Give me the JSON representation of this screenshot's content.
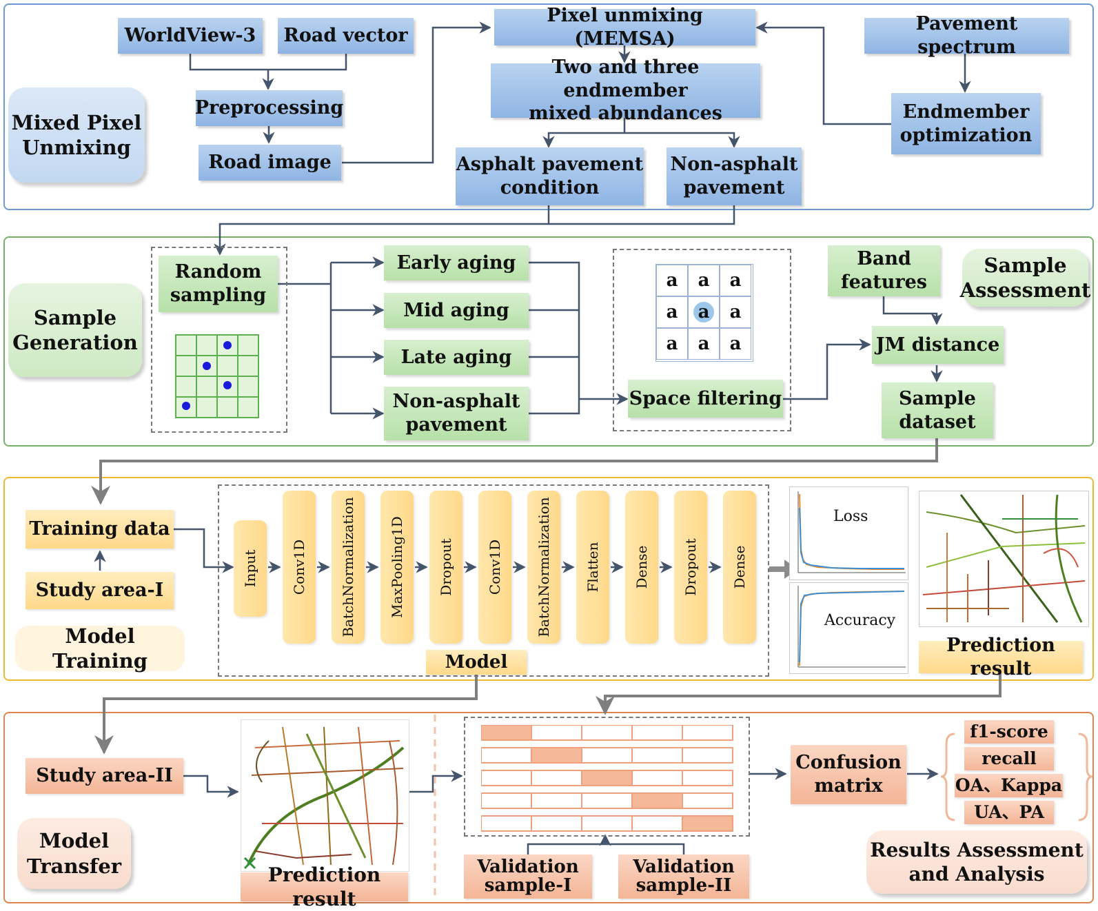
{
  "colors": {
    "blue_border": "#6b9bd6",
    "green_border": "#76b067",
    "yellow_border": "#f0b92e",
    "orange_border": "#e2834d",
    "arrow": "#44546a",
    "arrow_gray": "#7f7f7f"
  },
  "sections": {
    "unmixing": "Mixed Pixel\nUnmixing",
    "generation": "Sample\nGeneration",
    "assessment": "Sample\nAssessment",
    "training": "Model Training",
    "transfer": "Model\nTransfer",
    "results": "Results Assessment\nand Analysis"
  },
  "unmixing": {
    "worldview": "WorldView-3",
    "road_vector": "Road vector",
    "preprocessing": "Preprocessing",
    "road_image": "Road image",
    "pixel_unmixing": "Pixel unmixing (MEMSA)",
    "abundances": "Two and three endmember\nmixed abundances",
    "asphalt": "Asphalt pavement\ncondition",
    "non_asphalt": "Non-asphalt\npavement",
    "pavement_spectrum": "Pavement spectrum",
    "endmember": "Endmember\noptimization"
  },
  "generation": {
    "random_sampling": "Random\nsampling",
    "early": "Early aging",
    "mid": "Mid aging",
    "late": "Late aging",
    "non_asphalt": "Non-asphalt\npavement",
    "space_filtering": "Space filtering",
    "grid_letter": "a",
    "band_features": "Band\nfeatures",
    "jm_distance": "JM distance",
    "sample_dataset": "Sample\ndataset"
  },
  "training": {
    "training_data": "Training data",
    "study_area_1": "Study area-I",
    "model": "Model",
    "layers": [
      "Input",
      "Conv1D",
      "BatchNormalization",
      "MaxPooling1D",
      "Dropout",
      "Conv1D",
      "BatchNormalization",
      "Flatten",
      "Dense",
      "Dropout",
      "Dense"
    ],
    "loss": "Loss",
    "accuracy": "Accuracy",
    "prediction_result": "Prediction result"
  },
  "transfer": {
    "study_area_2": "Study area-II",
    "prediction_result": "Prediction result",
    "validation_1": "Validation\nsample-I",
    "validation_2": "Validation\nsample-II",
    "confusion_matrix": "Confusion\nmatrix",
    "metrics": [
      "f1-score",
      "recall",
      "OA、Kappa",
      "UA、PA"
    ]
  }
}
